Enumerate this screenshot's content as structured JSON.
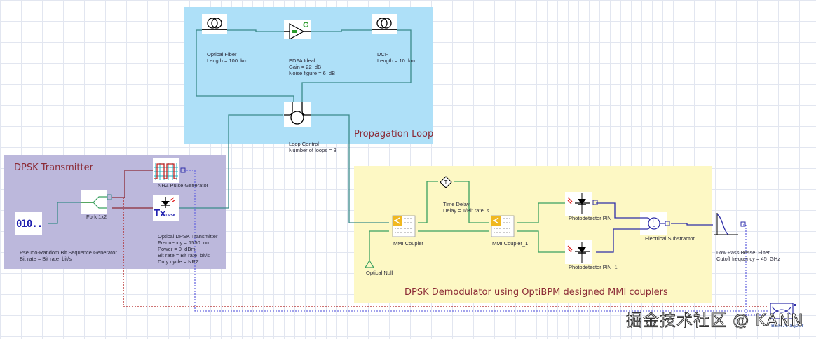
{
  "regions": {
    "propagation_loop": {
      "title": "Propagation Loop",
      "color": "#aee0f8"
    },
    "transmitter": {
      "title": "DPSK Transmitter",
      "color": "#bcb8dc"
    },
    "demodulator": {
      "title": "DPSK Demodulator using OptiBPM designed MMI couplers",
      "color": "#fdf8c4"
    }
  },
  "components": {
    "optical_fiber": {
      "name": "Optical Fiber",
      "params": [
        "Length = 100  km"
      ]
    },
    "edfa": {
      "name": "EDFA Ideal",
      "params": [
        "Gain = 22  dB",
        "Noise figure = 6  dB"
      ],
      "icon_letter": "G"
    },
    "dcf": {
      "name": "DCF",
      "params": [
        "Length = 10  km"
      ]
    },
    "loop_control": {
      "name": "Loop Control",
      "params": [
        "Number of loops = 3"
      ]
    },
    "prbs": {
      "name": "Pseudo-Random Bit Sequence Generator",
      "params": [
        "Bit rate = Bit rate  bit/s"
      ],
      "icon_text": "010.."
    },
    "fork": {
      "name": "Fork 1x2",
      "params": []
    },
    "nrz": {
      "name": "NRZ Pulse Generator",
      "params": []
    },
    "tx": {
      "name": "Optical DPSK Transmitter",
      "params": [
        "Frequency = 1550  nm",
        "Power = 0  dBm",
        "Bit rate = Bit rate  bit/s",
        "Duty cycle = NRZ"
      ],
      "icon_text": "Tx",
      "icon_sub": "DPSK"
    },
    "mmi1": {
      "name": "MMI Coupler",
      "params": []
    },
    "mmi2": {
      "name": "MMI Coupler_1",
      "params": []
    },
    "optical_null": {
      "name": "Optical Null",
      "params": []
    },
    "time_delay": {
      "name": "Time Delay",
      "params": [
        "Delay = 1/Bit rate  s"
      ],
      "icon_text": "T"
    },
    "pd1": {
      "name": "Photodetector PIN",
      "params": []
    },
    "pd2": {
      "name": "Photodetector PIN_1",
      "params": []
    },
    "subtractor": {
      "name": "Electrical Substractor",
      "params": []
    },
    "filter": {
      "name": "Low Pass Bessel Filter",
      "params": [
        "Cutoff frequency = 45  GHz"
      ]
    },
    "ber": {
      "name": "BER Analyzer",
      "params": []
    }
  },
  "colors": {
    "optical_wire": "#3a8a8a",
    "optical_wire_green": "#3aa060",
    "electrical_wire": "#8b2a35",
    "electrical_wire_blue": "#2e2ea8",
    "monitor_red": "#b02020",
    "monitor_blue": "#6a6ae0"
  },
  "watermark": "掘金技术社区 @ KANN"
}
